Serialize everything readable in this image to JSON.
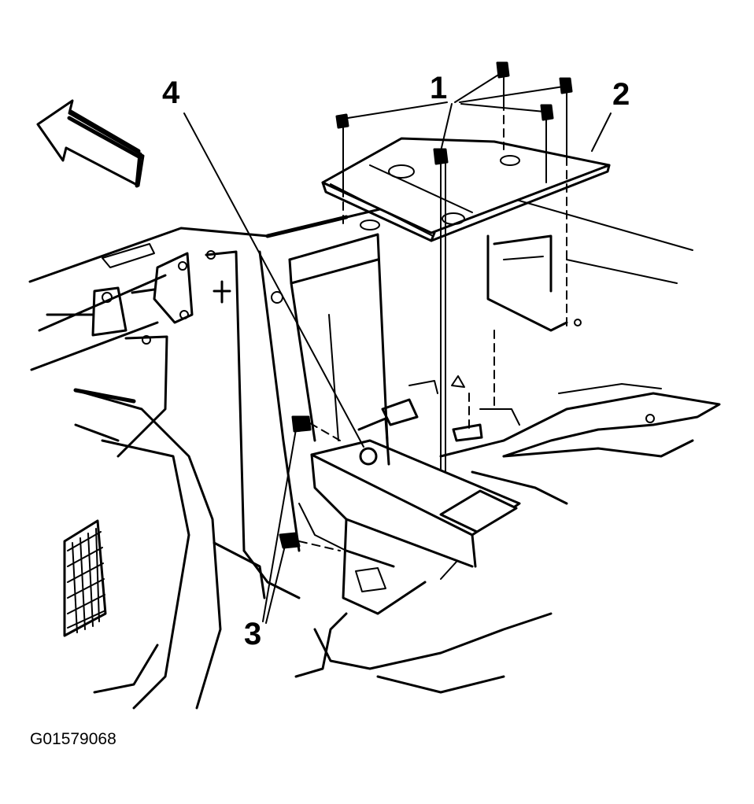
{
  "callouts": {
    "c1": "1",
    "c2": "2",
    "c3": "3",
    "c4": "4"
  },
  "figure_id": "G01579068",
  "colors": {
    "ink": "#000000",
    "paper": "#ffffff"
  }
}
